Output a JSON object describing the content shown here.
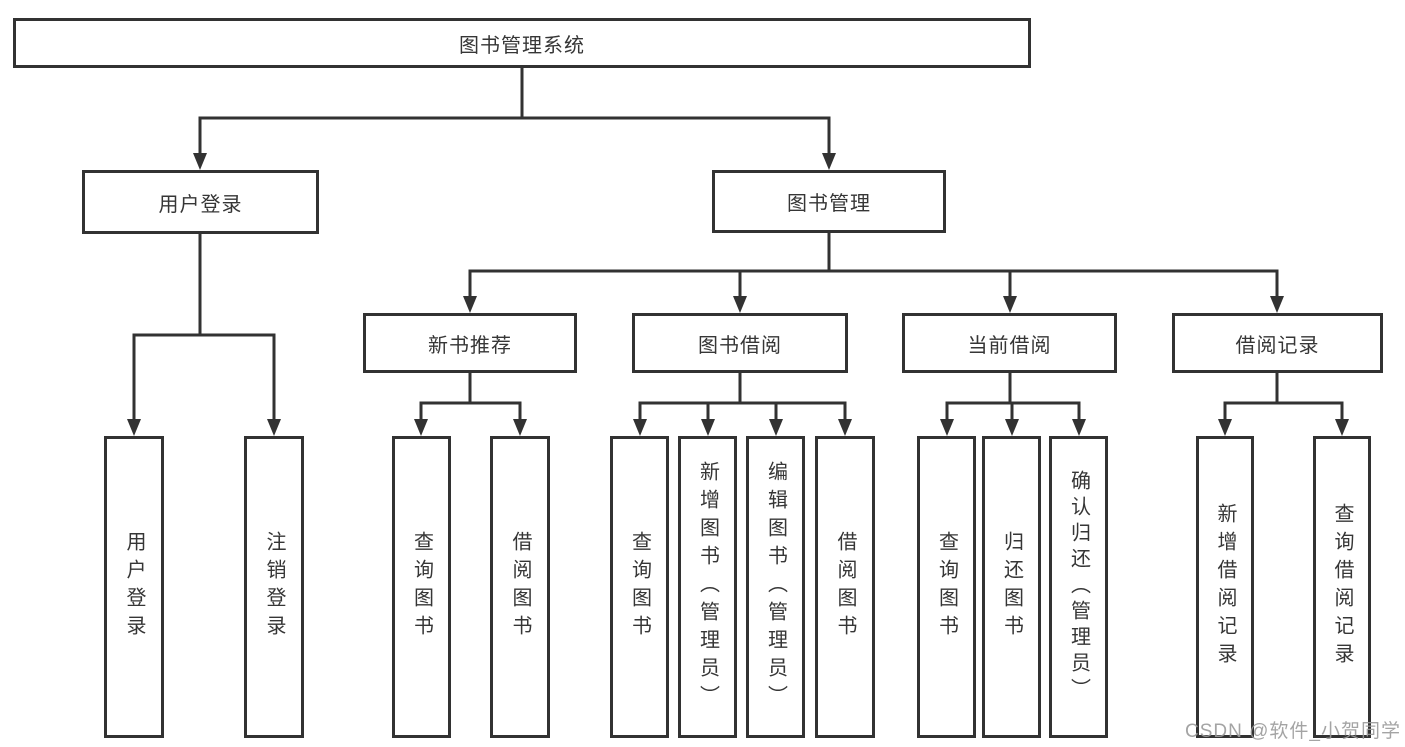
{
  "diagram": {
    "root": {
      "label": "图书管理系统"
    },
    "level2": [
      {
        "label": "用户登录"
      },
      {
        "label": "图书管理"
      }
    ],
    "level3": [
      {
        "label": "新书推荐"
      },
      {
        "label": "图书借阅"
      },
      {
        "label": "当前借阅"
      },
      {
        "label": "借阅记录"
      }
    ],
    "leaves": [
      {
        "label": "用户登录"
      },
      {
        "label": "注销登录"
      },
      {
        "label": "查询图书"
      },
      {
        "label": "借阅图书"
      },
      {
        "label": "查询图书"
      },
      {
        "label": "新增图书（管理员）"
      },
      {
        "label": "编辑图书（管理员）"
      },
      {
        "label": "借阅图书"
      },
      {
        "label": "查询图书"
      },
      {
        "label": "归还图书"
      },
      {
        "label": "确认归还（管理员）"
      },
      {
        "label": "新增借阅记录"
      },
      {
        "label": "查询借阅记录"
      }
    ],
    "watermark": "CSDN @软件_小贺同学",
    "colors": {
      "line": "#323232",
      "box_border": "#323232",
      "box_fill": "#ffffff",
      "text": "#363636",
      "watermark": "#9b9b9b",
      "background": "#ffffff"
    }
  }
}
